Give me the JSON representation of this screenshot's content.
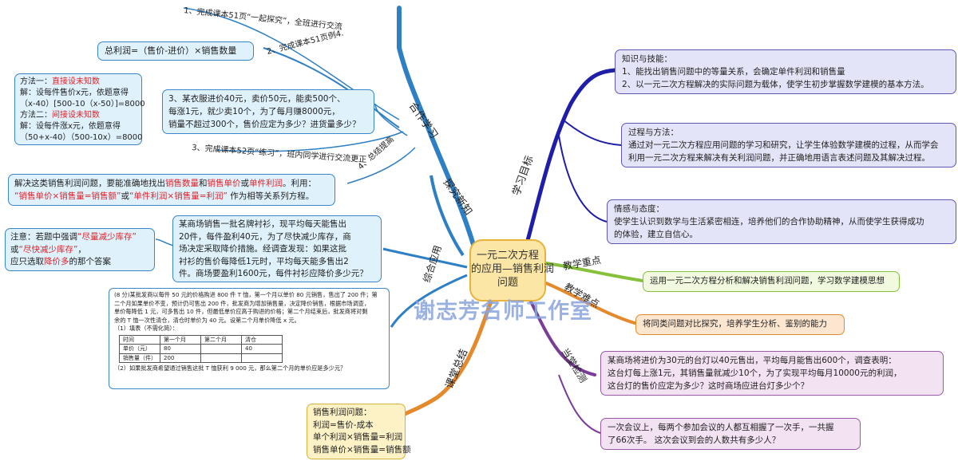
{
  "center_title": [
    "一元二次方程",
    "的应用—销售利润",
    "问题"
  ],
  "watermark": "谢志芳名师工作室",
  "branches": {
    "hezuo": "合作学习",
    "tanjiu": "探究新知",
    "zonghe": "综合应用",
    "ketang": "课堂总结",
    "mubiao": "学习目标",
    "zhongdian": "教学重点",
    "nandian": "教学难点",
    "jiance": "当堂检测"
  },
  "sub_labels": {
    "s1": "1、完成课本51页“一起探究”，全班进行交流",
    "s2": "2、完成课本51页例4.",
    "s3": "3、完成课本52页“练习”，班内同学进行交流更正",
    "s4": "4、总结提高"
  },
  "formula_box": "总利润=（售价-进价）×销售数量",
  "methods_box": {
    "m1_label": "方法一：",
    "m1_title": "直接设未知数",
    "m1_l1": "解：设每件售价x元，依题意得",
    "m1_l2": "（x-40）[500-10（x-50）]=8000",
    "m2_label": "方法二：",
    "m2_title": "间接设未知数",
    "m2_l1": "解：设每件涨x元，依题意得",
    "m2_l2": "（50+x-40）（500-10x）=8000"
  },
  "problem3_box": [
    "3、某衣服进价40元，卖价50元，能卖500个、",
    "每涨1元，就少卖10个，为了每月赚8000元，",
    "销量不超过300个，售价应定为多少？进货量多少？"
  ],
  "summary_box": {
    "p1": "解决这类销售利润问题，要能准确地找出",
    "k1": "销售数量",
    "p2": "和",
    "k2": "销售单价",
    "p3": "或",
    "k3": "单件利润",
    "p4": "。利用：",
    "q1": "“销售单价×销售量=销售额”",
    "p5": "或",
    "q2": "“单件利润×销售量=利润”",
    "p6": " 作为相等关系列方程。"
  },
  "note_box": {
    "p1": "注意：若题中强调",
    "k1": "“尽量减少库存”",
    "p2": "或",
    "k2": "“尽快减少库存”",
    "p3": "，",
    "p4": "应只选取",
    "k3": "降价多",
    "p5": "的那个答案"
  },
  "shirt_box": [
    "某商场销售一批名牌衬衫，现平均每天能售出",
    "20件，每件盈利40元，为了尽快减少库存，商",
    "场决定采取降价措施。经调查发现：如果这批",
    "衬衫的售价每降低1元时，平均每天能多售出2",
    "件。商场要盈利1600元，每件衬衫应降价多少元？"
  ],
  "exam_box": {
    "lines": [
      "(8 分)某批发商以每件 50 元的价格购进 800 件 T 恤，第一个月以单价 80 元销售，售出了 200 件；第",
      "二个月如果单价不变，预计仍可售出 200 件，批发商为增加销售量，决定降价销售，根据市场调查，",
      "单价每降低 1 元，可多售出 10 件，但最低单价应高于购进的价格；第二个月结束后，批发商将对剩",
      "余的 T 恤一次性清仓，清仓时单价为 40 元。设第二个月单价降低 x 元。",
      "（1）填表（不需化简）："
    ],
    "table_header": [
      "时间",
      "第一个月",
      "第二个月",
      "清仓"
    ],
    "table_rows": [
      [
        "单价（元）",
        "80",
        "",
        "40"
      ],
      [
        "销售量（件）",
        "200",
        "",
        ""
      ]
    ],
    "q2": "（2）如果批发商希望通过销售这批 T 恤获利 9 000 元，那么第二个月的单价应是多少元？"
  },
  "summary2_box": [
    "销售利润问题：",
    "利润=售价-成本",
    "单个利润×销售量=利润",
    "销售单价×销售量=销售额"
  ],
  "goal1_box": [
    "知识与技能：",
    "1、能找出销售问题中的等量关系，会确定单件利润和销售量",
    "2、以一元二次方程解决的实际问题为载体，使学生初步掌握数学建模的基本方法。"
  ],
  "goal2_box": [
    "过程与方法：",
    "通过对一元二次方程应用问题的学习和研究，让学生体验数学建模的过程，从而学会",
    "利用一元二次方程来解决有关利润问题，并正确地用语言表述问题及其解决过程。"
  ],
  "goal3_box": [
    "情感与态度：",
    "使学生认识到数学与生活紧密相连，培养他们的合作协助精神，从而使学生获得成功",
    "的体验，建立自信心。"
  ],
  "key_box": "运用一元二次方程分析和解决销售利润问题，学习数学建模思想",
  "difficulty_box": "将同类问题对比探究，培养学生分析、鉴别的能力",
  "test1_box": [
    "某商场将进价为30元的台灯以40元售出，平均每月能售出600个，调查表明：",
    "这台灯每上涨1元，其销售量就减少10个，为了实现平均每月10000元的利润，",
    "这台灯的售价应定为多少？这时商场应进台灯多少个？"
  ],
  "test2_box": [
    "一次会议上，每两个参加会议的人都互相握了一次手，一共握",
    "了66次手。 这次会议到会的人数共有多少人？"
  ]
}
